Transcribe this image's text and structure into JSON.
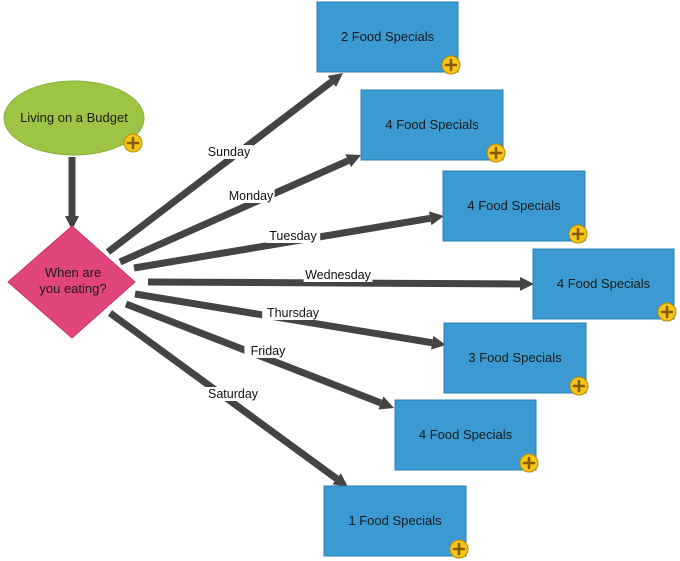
{
  "colors": {
    "start_fill": "#9dc444",
    "start_stroke": "#8ab33a",
    "decision_fill": "#e0457b",
    "decision_stroke": "#c93667",
    "box_fill": "#3a9ad1",
    "arrow": "#444444",
    "plus_badge": "#f5c518"
  },
  "icons": {
    "add_badge": "plus-circle-icon"
  },
  "start": {
    "label": "Living on a Budget"
  },
  "decision": {
    "line1": "When are",
    "line2": "you eating?"
  },
  "branches": [
    {
      "day": "Sunday",
      "result": "2 Food Specials"
    },
    {
      "day": "Monday",
      "result": "4 Food Specials"
    },
    {
      "day": "Tuesday",
      "result": "4 Food Specials"
    },
    {
      "day": "Wednesday",
      "result": "4 Food Specials"
    },
    {
      "day": "Thursday",
      "result": "3 Food Specials"
    },
    {
      "day": "Friday",
      "result": "4 Food Specials"
    },
    {
      "day": "Saturday",
      "result": "1 Food Specials"
    }
  ]
}
